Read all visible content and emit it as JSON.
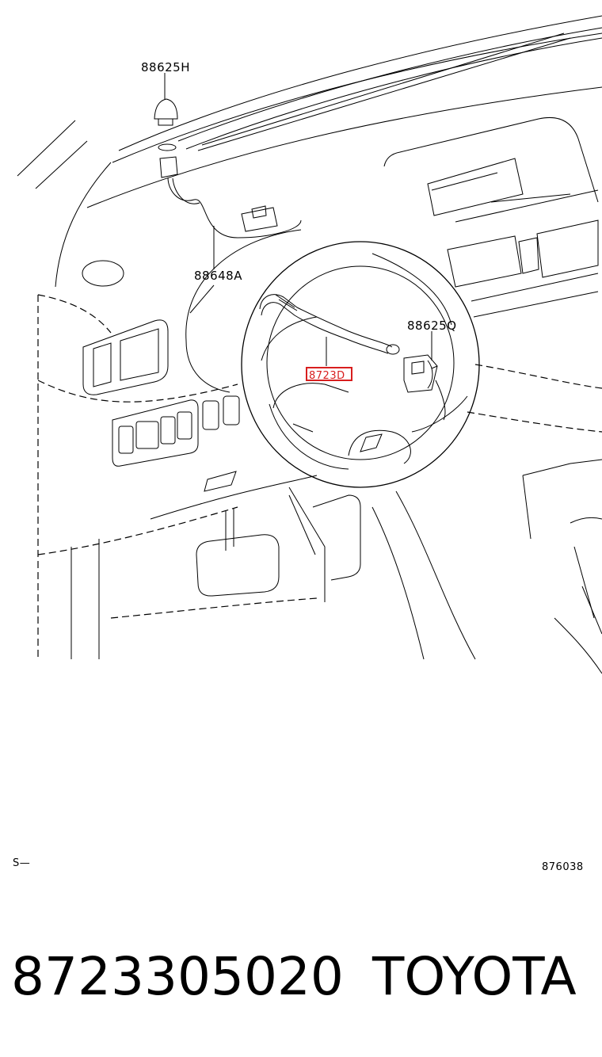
{
  "callouts": {
    "c1": "88625H",
    "c2": "88648A",
    "c3": "88625Q",
    "c4": "8723D"
  },
  "footer": {
    "left_code": "S—",
    "right_code": "876038"
  },
  "caption": {
    "part_number": "8723305020",
    "brand": "TOYOTA"
  },
  "colors": {
    "highlight": "#d81e1e",
    "line": "#000000"
  }
}
